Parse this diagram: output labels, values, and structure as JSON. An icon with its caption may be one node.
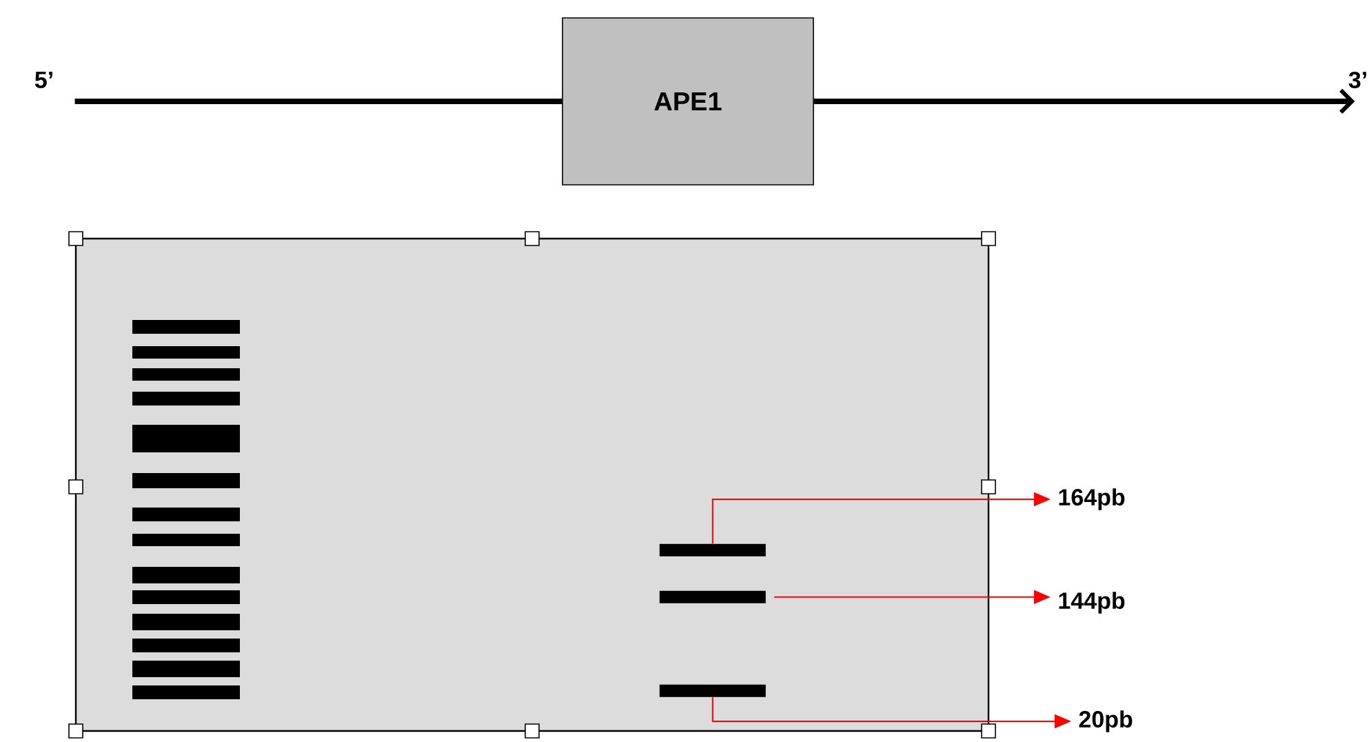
{
  "diagram": {
    "nodes": [
      {
        "text": [
          "5’"
        ]
      },
      {
        "text": [
          "APE1"
        ]
      },
      {
        "text": [
          "3’"
        ]
      },
      {
        "text": [],
        "shape": "box"
      },
      {
        "text": [],
        "shape": "bar",
        "in": 3
      },
      {
        "text": [],
        "shape": "bar",
        "in": 3
      },
      {
        "text": [],
        "shape": "bar",
        "in": 3
      },
      {
        "text": [
          "164pb"
        ]
      },
      {
        "text": [
          "144pb"
        ]
      },
      {
        "text": [
          "20pb"
        ]
      }
    ],
    "edges": [
      {
        "from": 0,
        "to": 1,
        "arrow": "none",
        "style": "thick",
        "color": "#000000"
      },
      {
        "from": 1,
        "to": 2,
        "arrow": "to",
        "style": "thick",
        "color": "#000000"
      },
      {
        "from": 4,
        "to": 7,
        "arrow": "to",
        "color": "#ff0000"
      },
      {
        "from": 5,
        "to": 8,
        "arrow": "to",
        "color": "#ff0000"
      },
      {
        "from": 6,
        "to": 9,
        "arrow": "to",
        "color": "#ff0000"
      }
    ]
  }
}
